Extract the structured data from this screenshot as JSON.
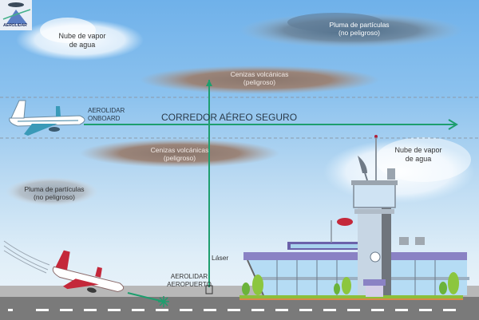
{
  "logo": {
    "text": "AEROLIDAR"
  },
  "clouds": {
    "vapor_top_left": {
      "line1": "Nube de vapor",
      "line2": "de agua"
    },
    "particles_top_right": {
      "line1": "Pluma de partículas",
      "line2": "(no peligroso)"
    },
    "ash_upper": {
      "line1": "Cenizas volcánicas",
      "line2": "(peligroso)"
    },
    "ash_lower": {
      "line1": "Cenizas volcánicas",
      "line2": "(peligroso)"
    },
    "particles_left": {
      "line1": "Pluma de partículas",
      "line2": "(no peligroso)"
    },
    "vapor_right": {
      "line1": "Nube de vapor",
      "line2": "de agua"
    }
  },
  "corridor": {
    "label": "CORREDOR AÉREO SEGURO"
  },
  "onboard": {
    "line1": "AEROLIDAR",
    "line2": "ONBOARD"
  },
  "airport": {
    "line1": "AEROLIDAR",
    "line2": "AEROPUERTO"
  },
  "laser": {
    "label": "Láser"
  },
  "colors": {
    "laser_green": "#1e9e6e",
    "ash": "#8a7468",
    "terminal_purple": "#7b72b8",
    "runway": "#7a7a7a"
  }
}
